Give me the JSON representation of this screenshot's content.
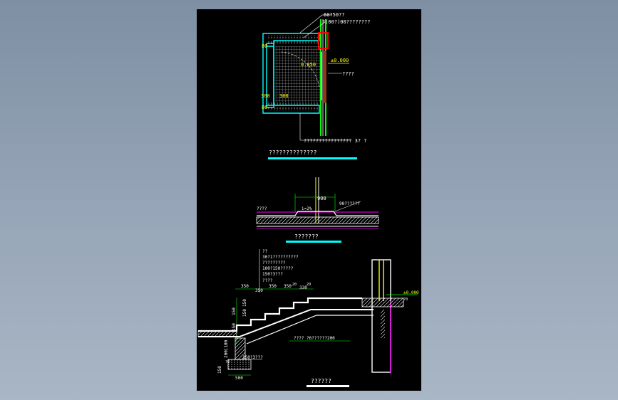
{
  "colors": {
    "background": "#8d9bae",
    "sheet": "#000000",
    "cyan": "#00ffff",
    "green": "#00ff00",
    "yellow": "#ffff00",
    "white": "#ffffff",
    "magenta": "#ff00ff",
    "red": "#ff0000",
    "brown": "#8b3a1a"
  },
  "detail1": {
    "note_top": "60?50??",
    "note_second": "?(00?)00????????",
    "elevation": "±0.000",
    "note_right": "????",
    "note_bottom": "????????????????   3?   ?",
    "dim_left_top": "80",
    "dim_left_mid": "300",
    "dim_inner": "300",
    "dim_left_bottom": "80",
    "slope_label": "0.050",
    "title": "??????????????"
  },
  "detail2": {
    "dim_top": "900",
    "slope": "i=2%",
    "note_right": "90??????",
    "note_left": "????",
    "title": "???????"
  },
  "detail3": {
    "layers": [
      "??",
      "30?1??????????",
      "?????????",
      "100?150?????",
      "150?3???",
      "????"
    ],
    "tread_dims": [
      "350",
      "350",
      "350",
      "350",
      "20",
      "330",
      "20"
    ],
    "riser_dims": [
      "150",
      "150",
      "150",
      "150"
    ],
    "elevation": "±0.000",
    "elevation_side": "?0",
    "note_slab": "????    ?6??????200",
    "footing_dim_height": "200|100",
    "footing_note": "150?3???",
    "footing_small_h": "150",
    "footing_small_side": "?0",
    "footing_width": "500",
    "title": "??????"
  }
}
